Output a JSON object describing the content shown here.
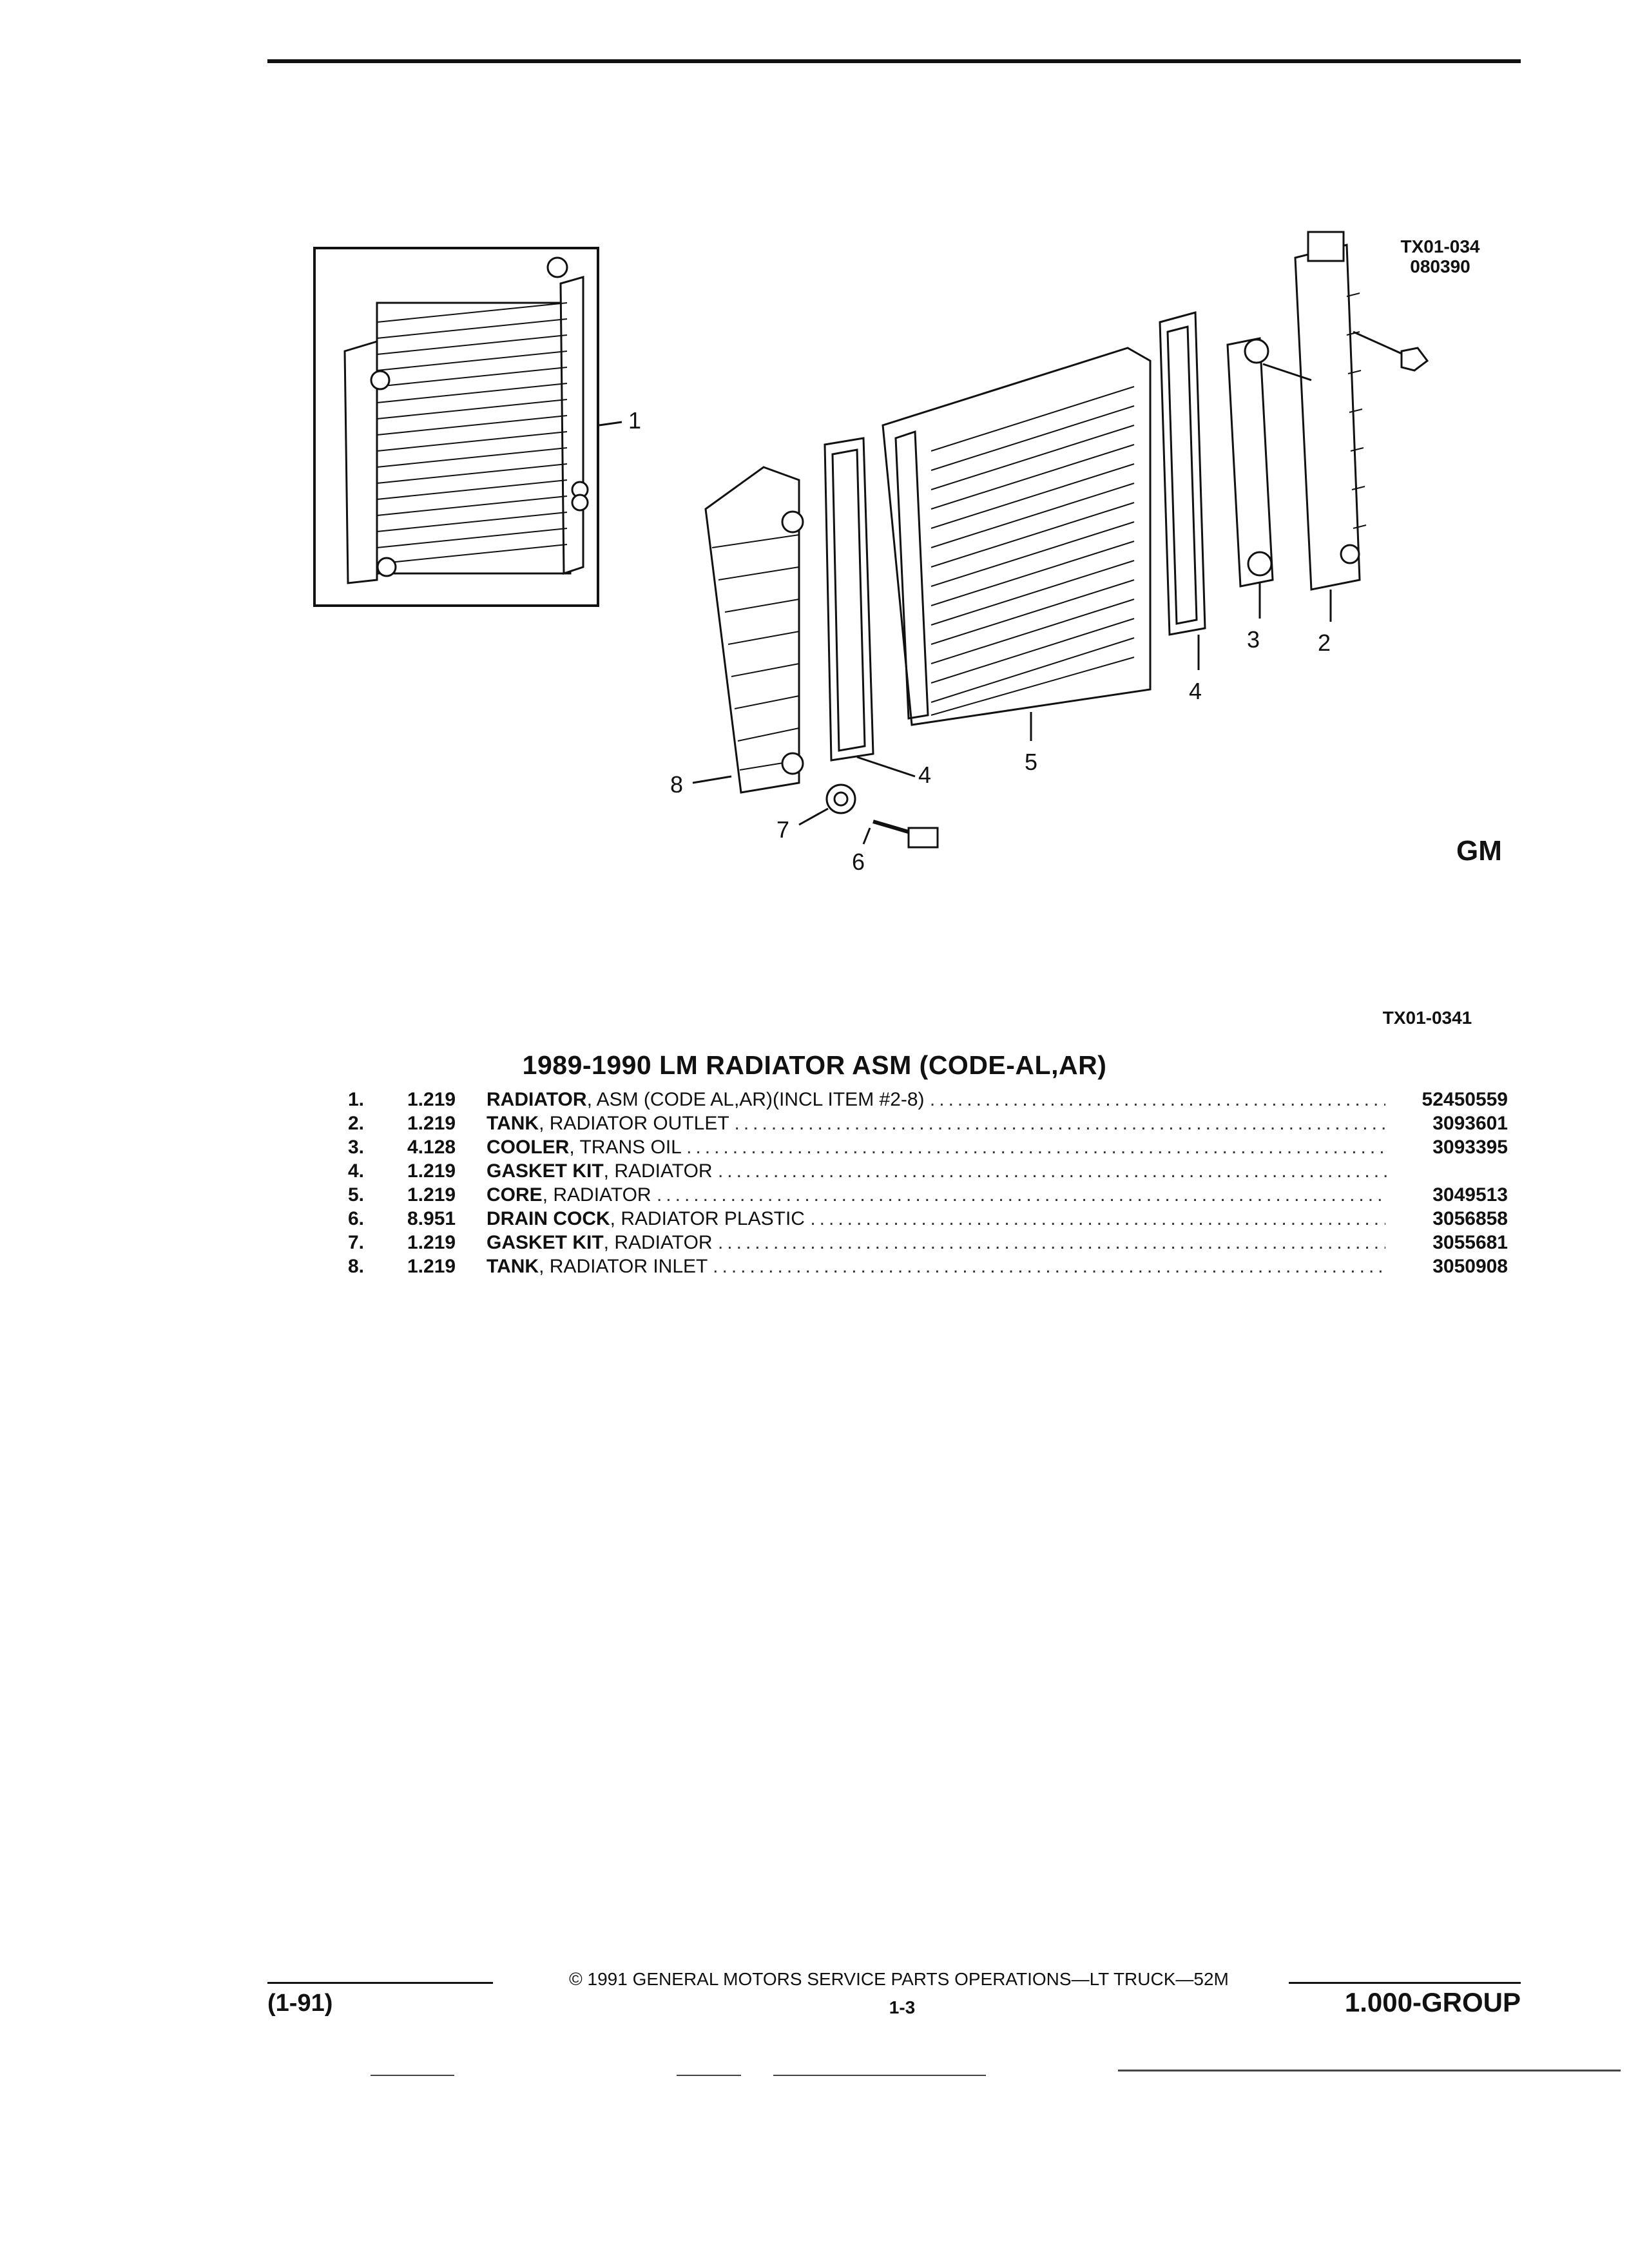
{
  "illustration": {
    "fig_code_top": [
      "TX01-034",
      "080390"
    ],
    "fig_code_bottom": "TX01-0341",
    "mark": "GM",
    "callouts": [
      "1",
      "2",
      "3",
      "4",
      "4",
      "5",
      "6",
      "7",
      "8"
    ]
  },
  "section_title": "1989-1990 LM RADIATOR ASM (CODE-AL,AR)",
  "parts": [
    {
      "num": "1.",
      "ref": "1.219",
      "name": "RADIATOR",
      "desc": ", ASM (CODE AL,AR)(INCL ITEM #2-8)",
      "pn": "52450559"
    },
    {
      "num": "2.",
      "ref": "1.219",
      "name": "TANK",
      "desc": ", RADIATOR OUTLET",
      "pn": "3093601"
    },
    {
      "num": "3.",
      "ref": "4.128",
      "name": "COOLER",
      "desc": ", TRANS OIL",
      "pn": "3093395"
    },
    {
      "num": "4.",
      "ref": "1.219",
      "name": "GASKET KIT",
      "desc": ", RADIATOR",
      "pn": ""
    },
    {
      "num": "5.",
      "ref": "1.219",
      "name": "CORE",
      "desc": ", RADIATOR",
      "pn": "3049513"
    },
    {
      "num": "6.",
      "ref": "8.951",
      "name": "DRAIN COCK",
      "desc": ", RADIATOR PLASTIC",
      "pn": "3056858"
    },
    {
      "num": "7.",
      "ref": "1.219",
      "name": "GASKET KIT",
      "desc": ", RADIATOR",
      "pn": "3055681"
    },
    {
      "num": "8.",
      "ref": "1.219",
      "name": "TANK",
      "desc": ", RADIATOR INLET",
      "pn": "3050908"
    }
  ],
  "footer": {
    "copyright": "© 1991 GENERAL MOTORS SERVICE PARTS OPERATIONS—LT TRUCK—52M",
    "date_code": "(1-91)",
    "page": "1-3",
    "group": "1.000-GROUP"
  }
}
